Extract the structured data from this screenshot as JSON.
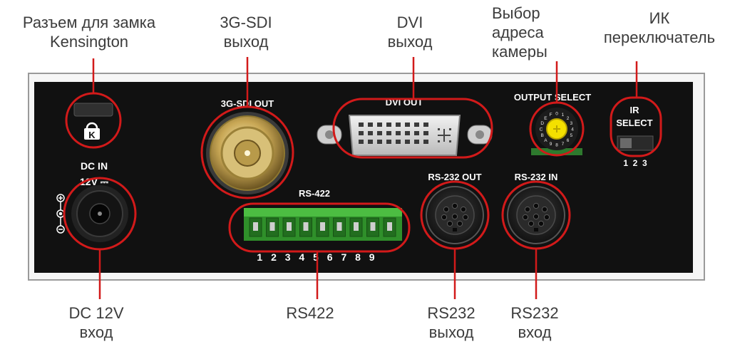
{
  "callouts": {
    "kensington": [
      "Разъем для замка",
      "Kensington"
    ],
    "sdi": [
      "3G-SDI",
      "выход"
    ],
    "dvi": [
      "DVI",
      "выход"
    ],
    "address": [
      "Выбор",
      "адреса",
      "камеры"
    ],
    "ir": [
      "ИК",
      "переключатель"
    ],
    "dc": [
      "DC 12V",
      "вход"
    ],
    "rs422": [
      "RS422"
    ],
    "rs232out": [
      "RS232",
      "выход"
    ],
    "rs232in": [
      "RS232",
      "вход"
    ]
  },
  "panel": {
    "sdi_label": "3G-SDI OUT",
    "dvi_label": "DVI OUT",
    "output_select_label": "OUTPUT SELECT",
    "ir_select_label": [
      "IR",
      "SELECT"
    ],
    "ir_positions": "1  2  3",
    "dc_label": [
      "DC IN",
      "12V ⎓"
    ],
    "rs422_label": "RS-422",
    "rs422_pins": "1 2 3 4 5 6 7 8 9",
    "rs232_out_label": "RS-232 OUT",
    "rs232_in_label": "RS-232 IN",
    "rotary_digits": "0123456789ABCDEF"
  },
  "colors": {
    "panel": "#111111",
    "highlight": "#d21a1a",
    "terminal_green": "#3fae3a",
    "rotary_yellow": "#f4e000"
  }
}
